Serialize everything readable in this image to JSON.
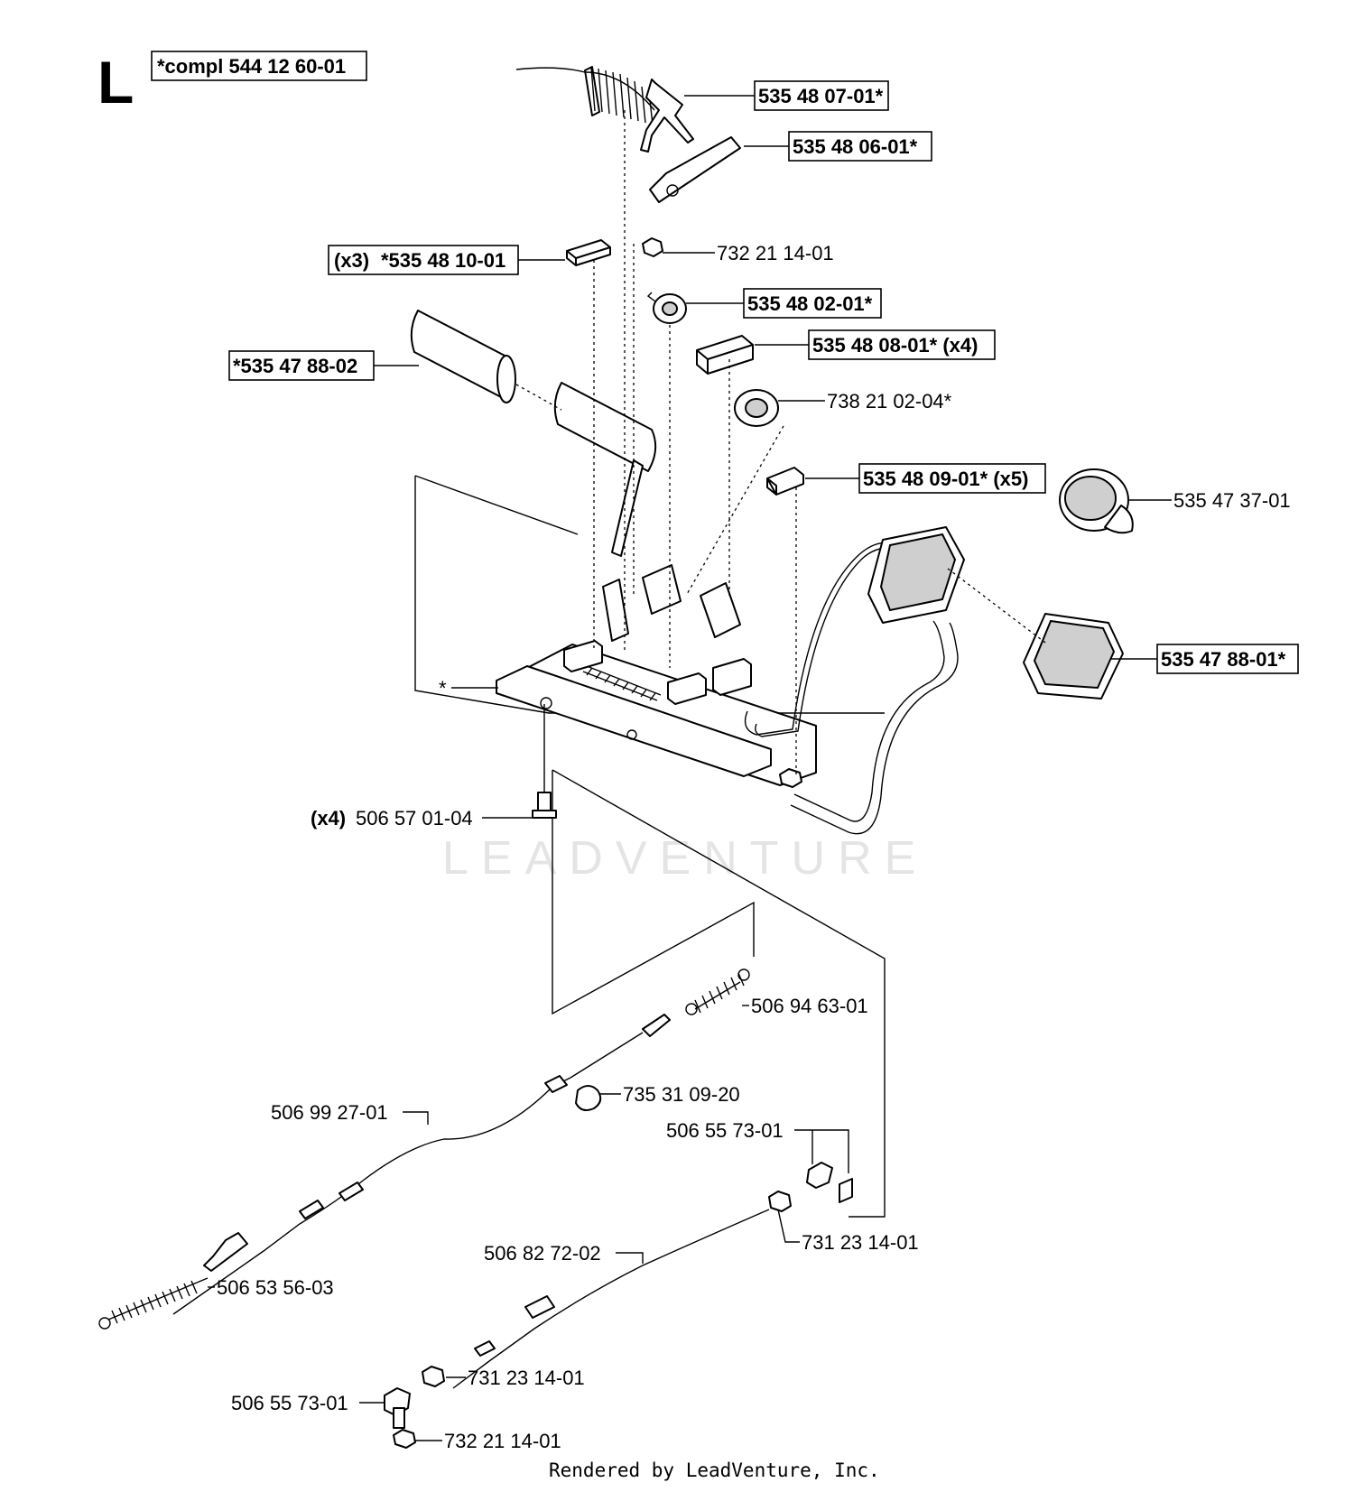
{
  "diagram": {
    "section_letter": "L",
    "complete_label": "*compl 544 12 60-01",
    "watermark": "LEADVENTURE",
    "footer": "Rendered by LeadVenture, Inc.",
    "asterisk_marker": "*",
    "callouts": [
      {
        "id": "c1",
        "qty": "",
        "part": "535 48 07-01*",
        "boxed": true
      },
      {
        "id": "c2",
        "qty": "",
        "part": "535 48 06-01*",
        "boxed": true
      },
      {
        "id": "c3",
        "qty": "(x3)",
        "part": "*535 48 10-01",
        "boxed": true
      },
      {
        "id": "c4",
        "qty": "",
        "part": "732 21 14-01",
        "boxed": false
      },
      {
        "id": "c5",
        "qty": "",
        "part": "535 48 02-01*",
        "boxed": true
      },
      {
        "id": "c6",
        "qty": "",
        "part": "535 48 08-01* (x4)",
        "boxed": true
      },
      {
        "id": "c7",
        "qty": "",
        "part": "*535 47 88-02",
        "boxed": true
      },
      {
        "id": "c8",
        "qty": "",
        "part": "738 21 02-04*",
        "boxed": false
      },
      {
        "id": "c9",
        "qty": "",
        "part": "535 48 09-01* (x5)",
        "boxed": true
      },
      {
        "id": "c10",
        "qty": "",
        "part": "535 47 37-01",
        "boxed": false
      },
      {
        "id": "c11",
        "qty": "",
        "part": "535 47 88-01*",
        "boxed": true
      },
      {
        "id": "c12",
        "qty": "(x4)",
        "part": "506 57 01-04",
        "boxed": false
      },
      {
        "id": "c13",
        "qty": "",
        "part": "506 94 63-01",
        "boxed": false
      },
      {
        "id": "c14",
        "qty": "",
        "part": "735 31 09-20",
        "boxed": false
      },
      {
        "id": "c15",
        "qty": "",
        "part": "506 99 27-01",
        "boxed": false
      },
      {
        "id": "c16",
        "qty": "",
        "part": "506 55 73-01",
        "boxed": false
      },
      {
        "id": "c17",
        "qty": "",
        "part": "731 23 14-01",
        "boxed": false
      },
      {
        "id": "c18",
        "qty": "",
        "part": "506 82 72-02",
        "boxed": false
      },
      {
        "id": "c19",
        "qty": "",
        "part": "506 53 56-03",
        "boxed": false
      },
      {
        "id": "c20",
        "qty": "",
        "part": "731 23 14-01",
        "boxed": false
      },
      {
        "id": "c21",
        "qty": "",
        "part": "506 55 73-01",
        "boxed": false
      },
      {
        "id": "c22",
        "qty": "",
        "part": "732 21 14-01",
        "boxed": false
      }
    ]
  }
}
